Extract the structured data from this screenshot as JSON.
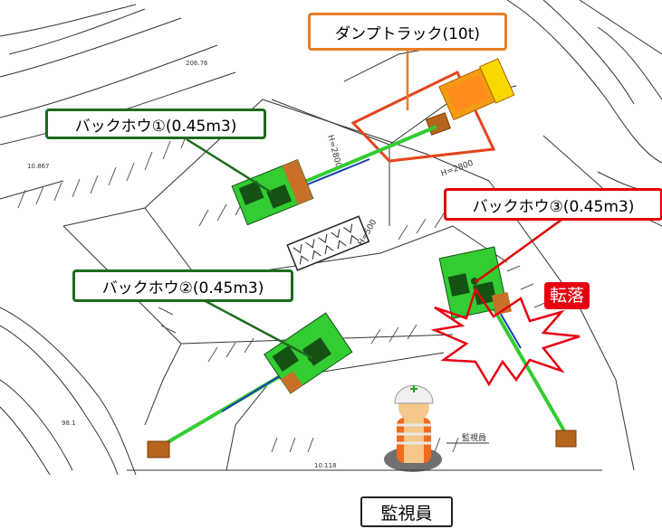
{
  "labels": {
    "dump_truck": "ダンプトラック(10t)",
    "backhoe_1": "バックホウ①(0.45m3)",
    "backhoe_2": "バックホウ②(0.45m3)",
    "backhoe_3": "バックホウ③(0.45m3)",
    "accident": "転落",
    "supervisor": "監視員"
  },
  "drawing_text": {
    "supervisor_note": "監視員",
    "height_1": "H=2800",
    "height_2": "H=2800",
    "height_3": "H=500",
    "elev_1": "206.76",
    "elev_2": "10.867",
    "elev_3": "98.1",
    "elev_4": "10.118"
  },
  "colors": {
    "orange_callout": "#e67e22",
    "green_callout": "#1e6b1e",
    "red_callout": "#e00000",
    "machine_green": "#33cc33",
    "machine_dark": "#1a5e1a",
    "vest_orange": "#f26a1b",
    "accident_red": "#e60012"
  }
}
